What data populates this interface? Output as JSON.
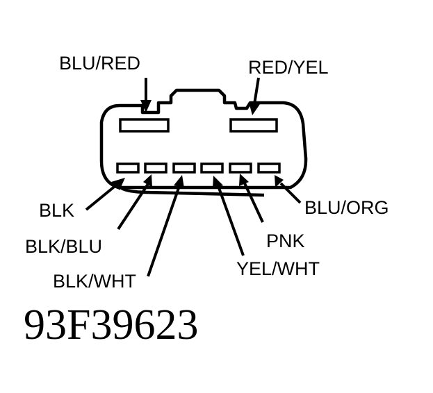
{
  "figure_code": "93F39623",
  "wire_labels": {
    "blu_red": "BLU/RED",
    "red_yel": "RED/YEL",
    "blk": "BLK",
    "blk_blu": "BLK/BLU",
    "blk_wht": "BLK/WHT",
    "yel_wht": "YEL/WHT",
    "pnk": "PNK",
    "blu_org": "BLU/ORG"
  },
  "colors": {
    "ink": "#000000",
    "background": "#ffffff"
  }
}
